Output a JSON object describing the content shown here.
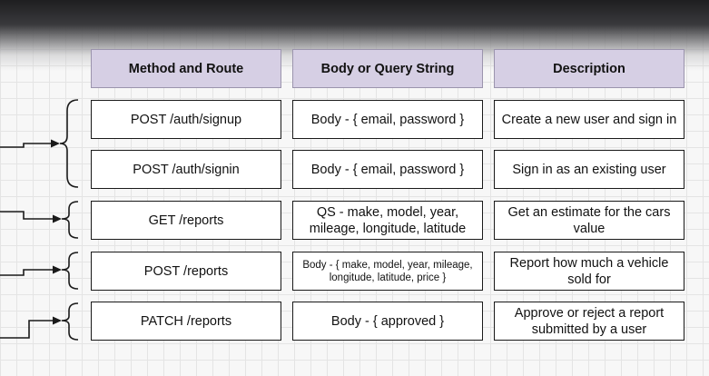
{
  "headers": {
    "method": "Method and Route",
    "body": "Body or Query String",
    "description": "Description"
  },
  "rows": [
    {
      "method": "POST /auth/signup",
      "body": "Body - { email, password }",
      "description": "Create a new user and sign in"
    },
    {
      "method": "POST /auth/signin",
      "body": "Body - { email, password }",
      "description": "Sign in as an existing user"
    },
    {
      "method": "GET /reports",
      "body": "QS - make, model, year, mileage, longitude, latitude",
      "description": "Get an estimate for the cars value"
    },
    {
      "method": "POST /reports",
      "body": "Body - { make, model, year, mileage, longitude, latitude, price }",
      "description": "Report how much a vehicle sold for"
    },
    {
      "method": "PATCH /reports",
      "body": "Body - { approved }",
      "description": "Approve or reject a report submitted by a user"
    }
  ],
  "colors": {
    "header_fill": "#d6cfe4",
    "border": "#1a1a1a"
  }
}
